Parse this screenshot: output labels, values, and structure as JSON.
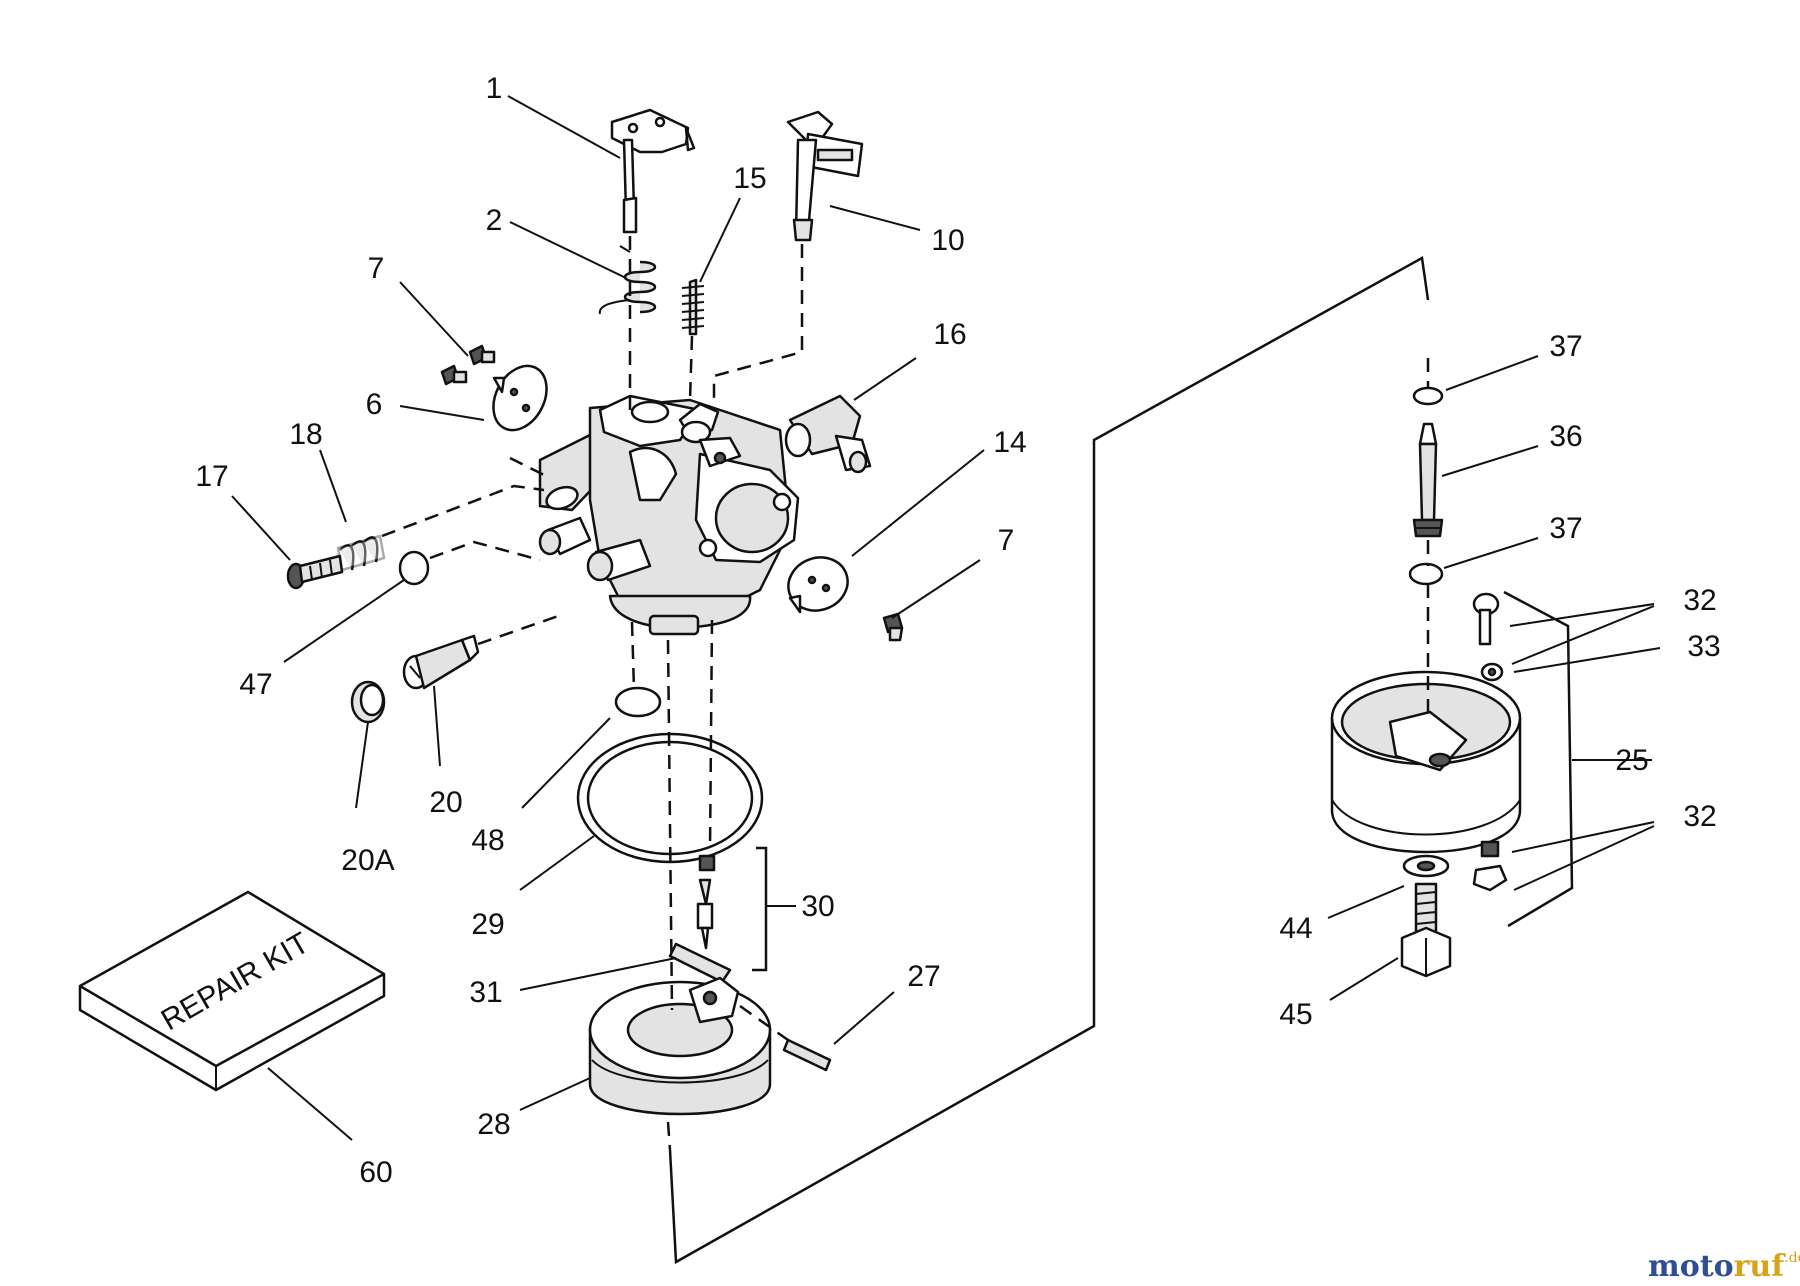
{
  "diagram": {
    "labels": {
      "p1": "1",
      "p2": "2",
      "p15": "15",
      "p10": "10",
      "p7a": "7",
      "p16": "16",
      "p6": "6",
      "p18": "18",
      "p17": "17",
      "p14": "14",
      "p7b": "7",
      "p47": "47",
      "p20": "20",
      "p20a": "20A",
      "p48": "48",
      "p29": "29",
      "p30": "30",
      "p31": "31",
      "p27": "27",
      "p28": "28",
      "p60": "60",
      "p37a": "37",
      "p36": "36",
      "p37b": "37",
      "p32a": "32",
      "p33": "33",
      "p25": "25",
      "p32b": "32",
      "p44": "44",
      "p45": "45"
    },
    "repair_kit_label": "REPAIR KIT"
  },
  "watermark": {
    "brand_part1": "moto",
    "brand_part2": "ruf",
    "suffix": ".de",
    "colors": {
      "primary": "#2e4f92",
      "accent": "#d9a21b"
    }
  }
}
